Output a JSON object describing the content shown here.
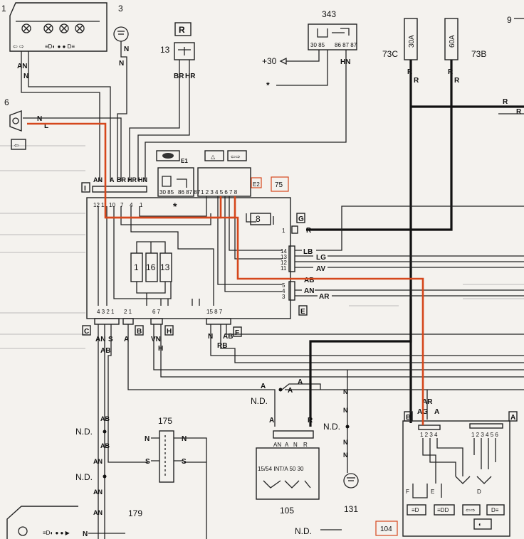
{
  "components": {
    "c1": "1",
    "c3": "3",
    "c6": "6",
    "c9": "9",
    "c13": "13",
    "relay_r": "R",
    "c343": "343",
    "c73c": "73C",
    "c73b": "73B",
    "fuse_30a": "30A",
    "fuse_60a": "60A",
    "plus30": "+30",
    "asterisk": "*",
    "e1": "E1",
    "e2": "E2",
    "c75": "75",
    "c8": "8",
    "c1b": "1",
    "c16": "16",
    "c13b": "13",
    "c175": "175",
    "c179": "179",
    "c105": "105",
    "c131": "131",
    "c104": "104"
  },
  "connectors": {
    "I": "I",
    "G": "G",
    "E": "E",
    "C": "C",
    "B": "B",
    "H": "H",
    "F": "F",
    "B2": "B",
    "A2": "A"
  },
  "pins_top": [
    "12",
    "11",
    "10",
    "7",
    "4",
    "1"
  ],
  "pins_e2": "1 2 3 4 5 6 7 8",
  "relay_pins": "30 85",
  "relay_pins2": "86 87 87",
  "pins_bottom_c": "4 3 2 1",
  "pins_bottom_b": "2 1",
  "pins_bottom_h": "6 7",
  "pins_bottom_f": "15 8 7",
  "pins_g": "1",
  "pins_right": [
    "14",
    "13",
    "12",
    "11",
    "5",
    "4",
    "3"
  ],
  "pins_104b": "1 2 3 4",
  "pins_104a": "1 2 3 4 5 6",
  "pins_105": "15/54 INT/A 50 30",
  "wires": {
    "an": "AN",
    "n": "N",
    "br": "BR",
    "hr": "HR",
    "hn": "HN",
    "a": "A",
    "l": "L",
    "r": "R",
    "lb": "LB",
    "lg": "LG",
    "av": "AV",
    "ab": "AB",
    "ar": "AR",
    "s": "S",
    "vn": "VN",
    "h": "H",
    "rb": "RB",
    "ag": "AG",
    "nd": "N.D.",
    "d": "D",
    "f": "F",
    "e": "E"
  }
}
